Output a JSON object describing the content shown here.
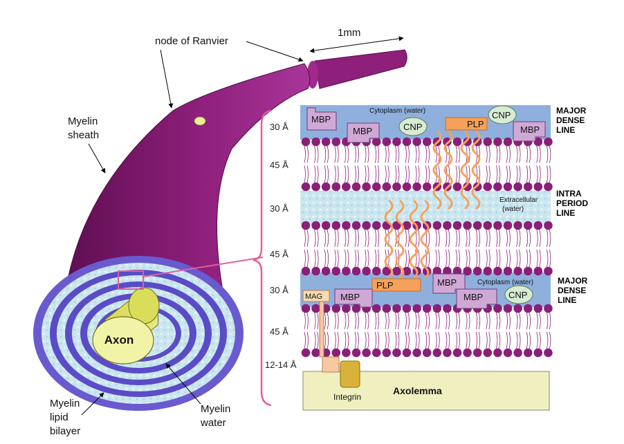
{
  "labels": {
    "node_of_ranvier": "node of Ranvier",
    "internode_length": "1mm",
    "myelin_sheath_line1": "Myelin",
    "myelin_sheath_line2": "sheath",
    "axon": "Axon",
    "myelin_lipid_line1": "Myelin",
    "myelin_lipid_line2": "lipid",
    "myelin_lipid_line3": "bilayer",
    "myelin_water_line1": "Myelin",
    "myelin_water_line2": "water"
  },
  "thicknesses": [
    "30 Å",
    "45 Å",
    "30 Å",
    "45 Å",
    "30 Å",
    "45 Å",
    "12-14 Å"
  ],
  "regions": {
    "major_dense_top": [
      "MAJOR",
      "DENSE",
      "LINE"
    ],
    "intra_period": [
      "INTRA",
      "PERIOD",
      "LINE"
    ],
    "major_dense_bottom": [
      "MAJOR",
      "DENSE",
      "LINE"
    ]
  },
  "compartments": {
    "cytoplasm_top": "Cytoplasm (water)",
    "extracellular_line1": "Extracellular",
    "extracellular_line2": "(water)",
    "cytoplasm_bottom": "Cytoplasm (water)",
    "axolemma": "Axolemma"
  },
  "proteins": {
    "mbp": "MBP",
    "cnp": "CNP",
    "plp": "PLP",
    "mag": "MAG",
    "integrin": "Integrin"
  },
  "colors": {
    "myelin_purple": "#8e1f7a",
    "lipid_head": "#8a1f78",
    "cytoplasm_blue": "#8fb0dd",
    "extracellular": "#bfe3ee",
    "axon_yellow": "#e8ee8c",
    "plp_orange": "#f6a15a",
    "mbp_lilac": "#cfa8d6",
    "cnp_green": "#d7ecd2",
    "axolemma": "#efefc0",
    "bracket_pink": "#e0609a"
  }
}
